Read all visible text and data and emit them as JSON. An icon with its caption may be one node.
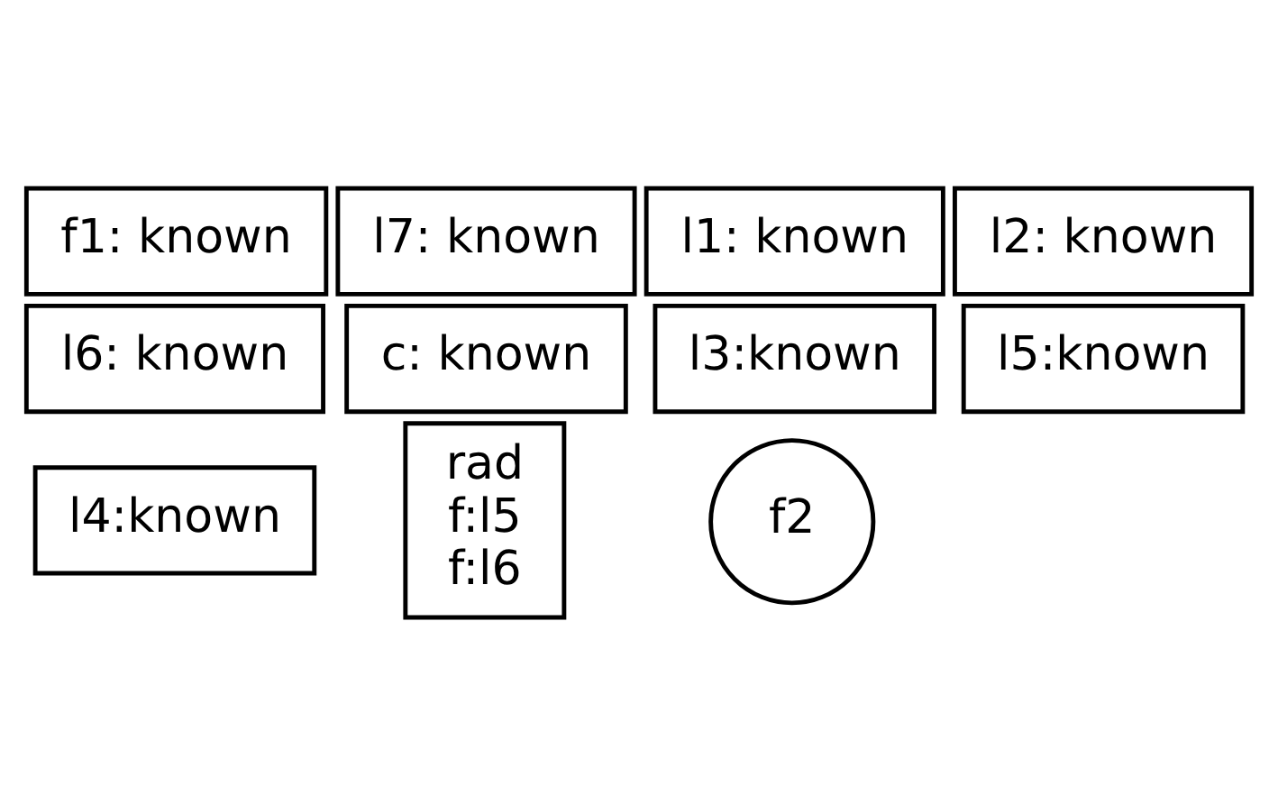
{
  "diagram": {
    "nodes": [
      {
        "text": [
          "l7: known"
        ]
      },
      {
        "text": [
          "l1: known"
        ]
      },
      {
        "text": [
          "l2: known"
        ]
      },
      {
        "text": [
          "l6: known"
        ]
      },
      {
        "text": [
          "c: known"
        ]
      },
      {
        "text": [
          "l3:known"
        ]
      },
      {
        "text": [
          "f2"
        ]
      },
      {
        "text": [
          "rad",
          "f:l5",
          "f:l6"
        ]
      },
      {
        "text": [
          "l5:known"
        ]
      },
      {
        "text": [
          "l4:known"
        ]
      },
      {
        "text": [
          "f1: known"
        ]
      }
    ]
  }
}
